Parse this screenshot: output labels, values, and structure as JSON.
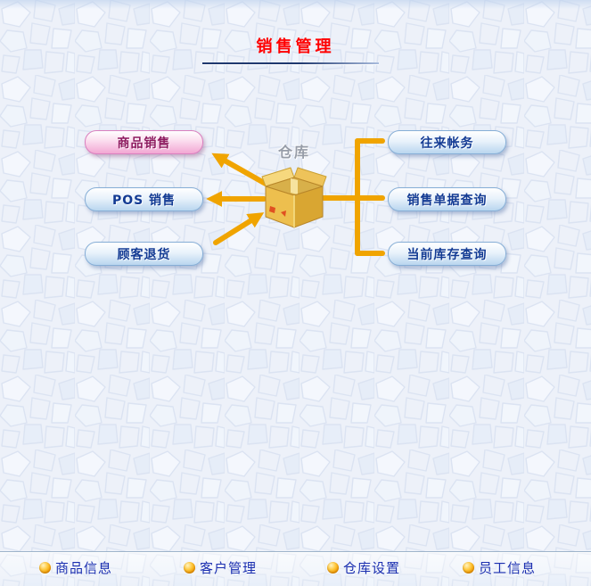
{
  "title": "销售管理",
  "warehouse": {
    "label": "仓库",
    "icon": "warehouse-box-icon"
  },
  "left_buttons": [
    {
      "label": "商品销售",
      "variant": "pink"
    },
    {
      "label": "POS 销售",
      "variant": "blue"
    },
    {
      "label": "顾客退货",
      "variant": "blue"
    }
  ],
  "right_buttons": [
    {
      "label": "往来帐务"
    },
    {
      "label": "销售单据查询"
    },
    {
      "label": "当前库存查询"
    }
  ],
  "bottom_menu": [
    {
      "label": "商品信息",
      "icon": "orange-sphere-icon"
    },
    {
      "label": "客户管理",
      "icon": "orange-sphere-icon"
    },
    {
      "label": "仓库设置",
      "icon": "orange-sphere-icon"
    },
    {
      "label": "员工信息",
      "icon": "orange-sphere-icon"
    }
  ],
  "colors": {
    "title_red": "#ff0000",
    "accent_orange": "#f0a400",
    "button_text_blue": "#123a93",
    "pink_button_text": "#8d1a5f",
    "bottom_text_blue": "#1b2fb0",
    "warehouse_label_gray": "#979da8"
  }
}
